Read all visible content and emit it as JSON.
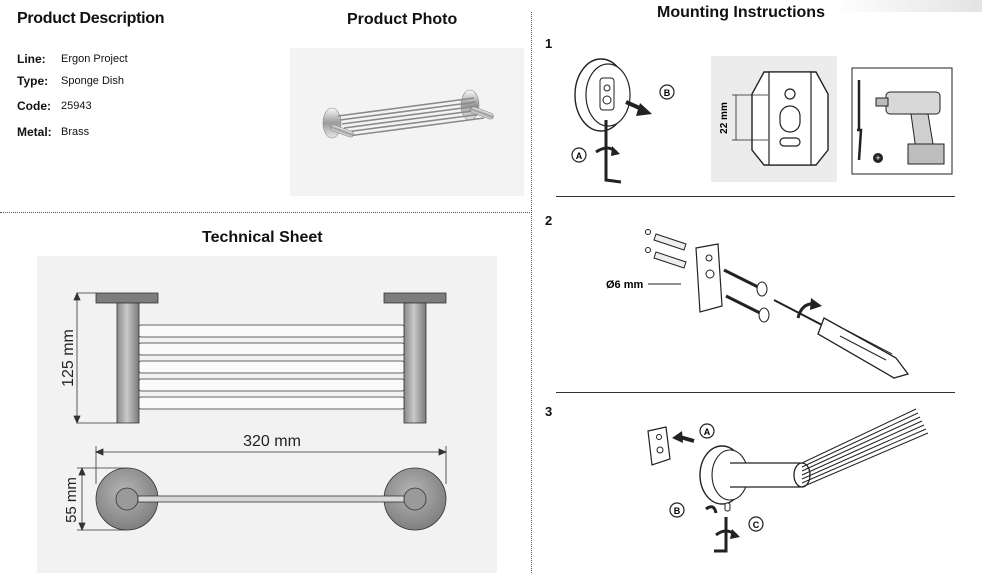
{
  "product_description": {
    "title": "Product Description",
    "specs": [
      {
        "label": "Line:",
        "value": "Ergon Project"
      },
      {
        "label": "Type:",
        "value": "Sponge Dish"
      },
      {
        "label": "Code:",
        "value": "25943"
      },
      {
        "label": "Metal:",
        "value": "Brass"
      }
    ]
  },
  "product_photo": {
    "title": "Product Photo"
  },
  "technical_sheet": {
    "title": "Technical Sheet",
    "height_label": "125 mm",
    "width_label": "320 mm",
    "depth_label": "55 mm"
  },
  "mounting": {
    "title": "Mounting Instructions",
    "steps": [
      {
        "number": "1",
        "callouts": [
          "A",
          "B"
        ],
        "dimension": "22 mm"
      },
      {
        "number": "2",
        "dimension": "Ø6 mm"
      },
      {
        "number": "3",
        "callouts": [
          "A",
          "B",
          "C"
        ]
      }
    ]
  }
}
